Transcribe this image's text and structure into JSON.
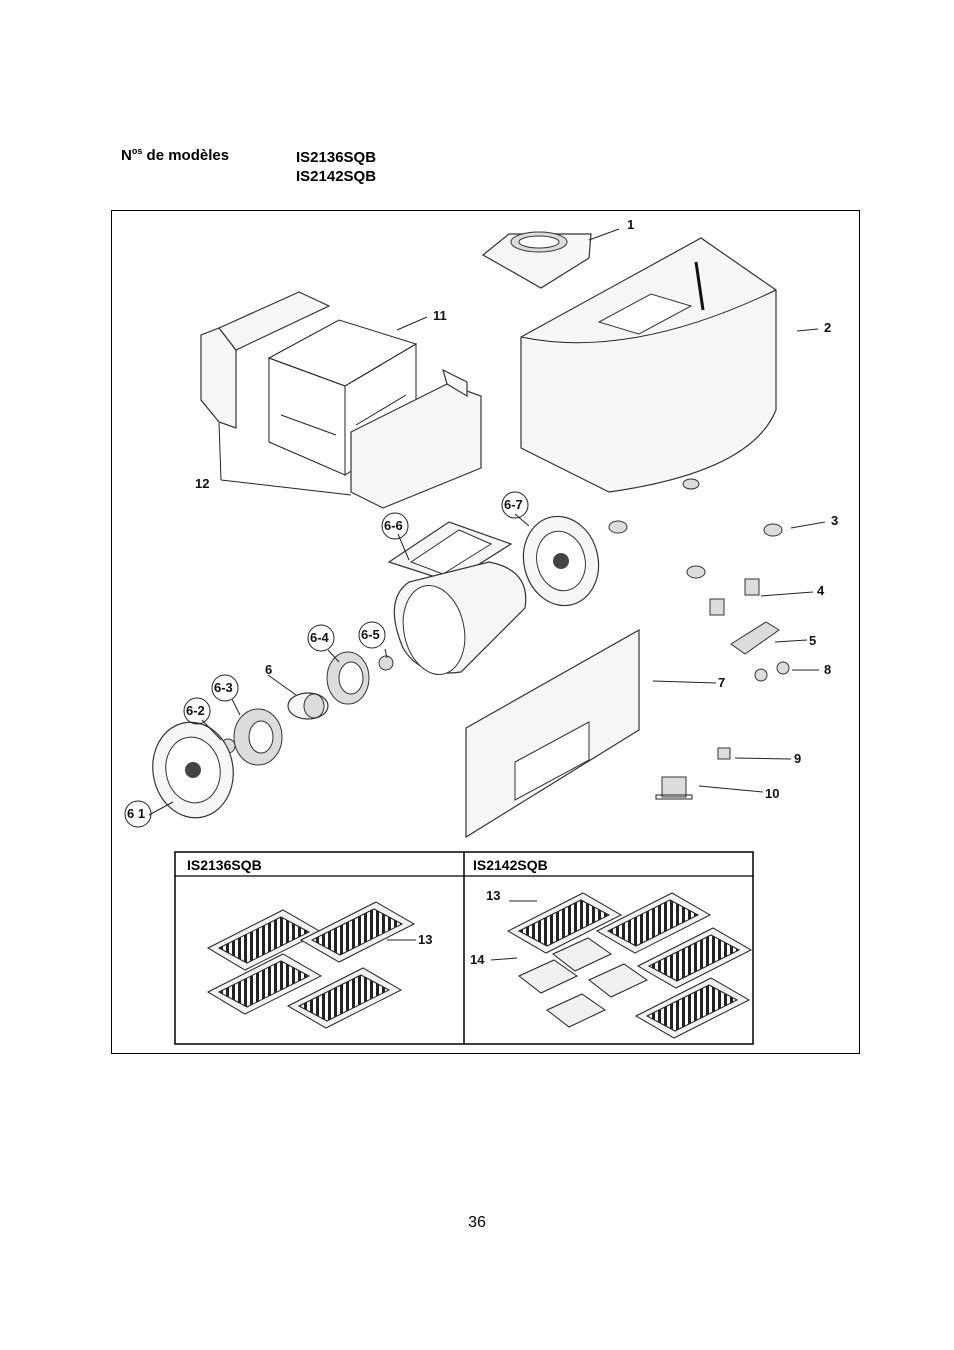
{
  "header": {
    "label_prefix": "N",
    "label_sup": "os",
    "label_rest": " de modèles",
    "models": [
      "IS2136SQB",
      "IS2142SQB"
    ]
  },
  "callouts": {
    "c1": "1",
    "c2": "2",
    "c3": "3",
    "c4": "4",
    "c5": "5",
    "c6": "6",
    "c6_1": "6 1",
    "c6_2": "6-2",
    "c6_3": "6-3",
    "c6_4": "6-4",
    "c6_5": "6-5",
    "c6_6": "6-6",
    "c6_7": "6-7",
    "c7": "7",
    "c8": "8",
    "c9": "9",
    "c10": "10",
    "c11": "11",
    "c12": "12"
  },
  "filter_table": {
    "left_title": "IS2136SQB",
    "right_title": "IS2142SQB",
    "left_callout": "13",
    "right_callout_13": "13",
    "right_callout_14": "14"
  },
  "page_number": "36"
}
